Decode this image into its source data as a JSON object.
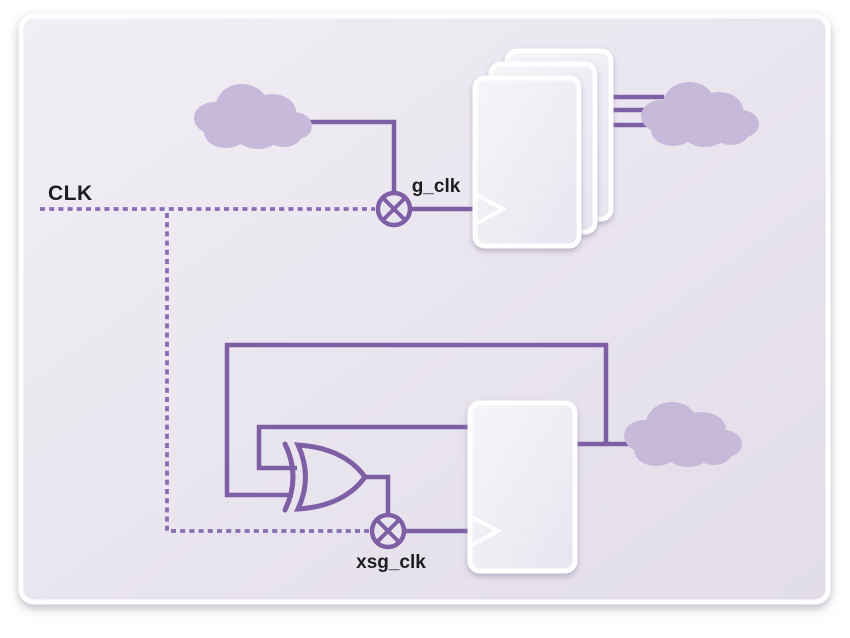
{
  "labels": {
    "clk": "CLK",
    "g_clk": "g_clk",
    "xsg_clk": "xsg_clk"
  },
  "colors": {
    "page_bg": "#ffffff",
    "wire": "#7e5fa6",
    "dash": "#8a6cb4",
    "cloud": "#c7b9d9",
    "label": "#1d1d1f",
    "card_border": "#ffffff",
    "gate_fill": "#e9e5ef",
    "panel_start": "#f1eef4",
    "panel_end": "#e2dde9",
    "card_start": "#f7f5f9",
    "card_end": "#e9e5ef"
  },
  "components": {
    "top_circuit": [
      "logic-cloud",
      "clock-gate",
      "register-stack",
      "logic-cloud"
    ],
    "bottom_circuit": [
      "xor-gate",
      "clock-gate",
      "register",
      "logic-cloud"
    ]
  }
}
